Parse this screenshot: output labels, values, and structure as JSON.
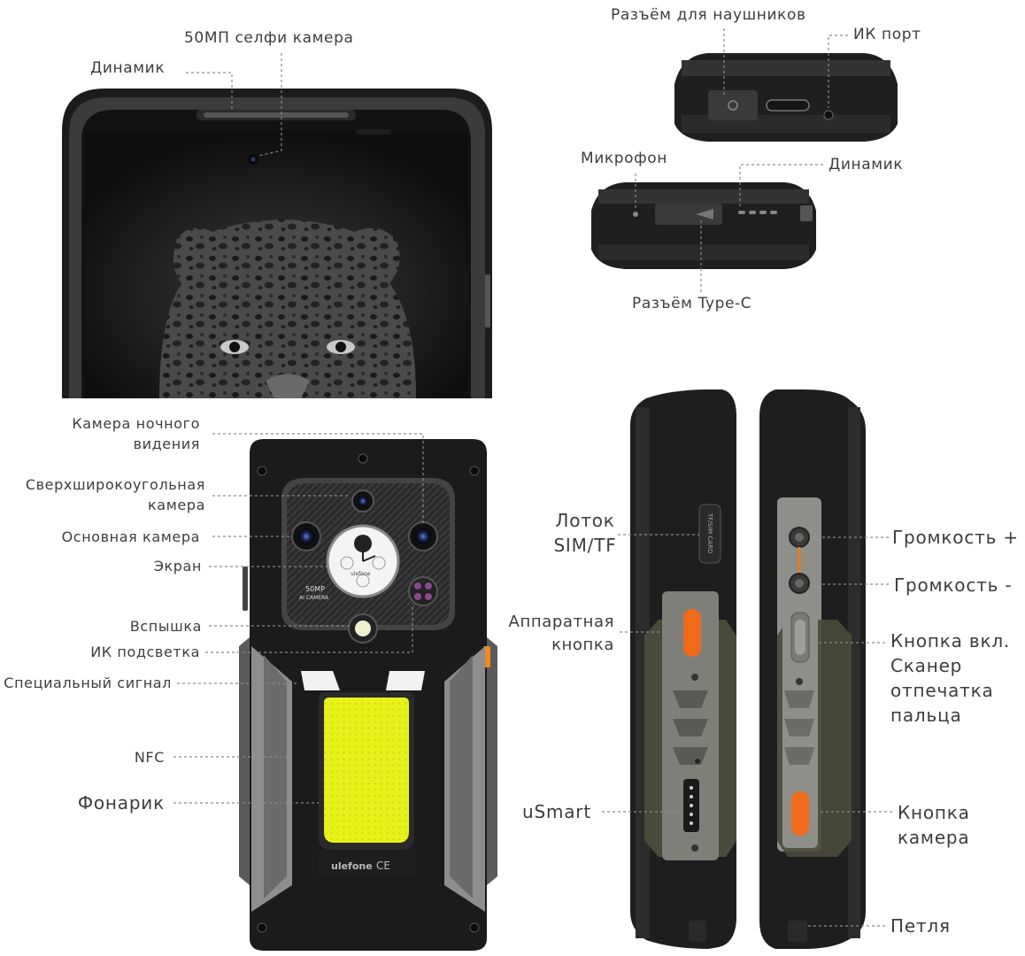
{
  "front": {
    "speaker": "Динамик",
    "selfie_camera": "50МП селфи камера"
  },
  "top_edge": {
    "headphone_jack": "Разъём для наушников",
    "ir_port": "ИК порт"
  },
  "bottom_edge": {
    "microphone": "Микрофон",
    "speaker": "Динамик",
    "type_c": "Разъём Type-C"
  },
  "back": {
    "night_camera": [
      "Камера ночного",
      "видения"
    ],
    "ultrawide": [
      "Сверхширокоугольная",
      "камера"
    ],
    "main_camera": "Основная камера",
    "screen": "Экран",
    "flash": "Вспышка",
    "ir_light": "ИК подсветка",
    "special_signal": "Специальный сигнал",
    "nfc": "NFC",
    "flashlight": "Фонарик",
    "cam_text_1": "50MP",
    "cam_text_2": "AI CAMERA",
    "brand": "ulefone",
    "watch_brand": "ulefone",
    "marks": "CE"
  },
  "left_side": {
    "sim_tray": [
      "Лоток",
      "SIM/TF"
    ],
    "hardware_button": [
      "Аппаратная",
      "кнопка"
    ],
    "usmart": "uSmart",
    "tray_text": "TF/SIM CARD"
  },
  "right_side": {
    "volume_up": "Громкость +",
    "volume_down": "Громкость -",
    "power_button": [
      "Кнопка вкл.",
      "Сканер",
      "отпечатка",
      "пальца"
    ],
    "camera_button": [
      "Кнопка",
      "камера"
    ],
    "lanyard": "Петля"
  }
}
